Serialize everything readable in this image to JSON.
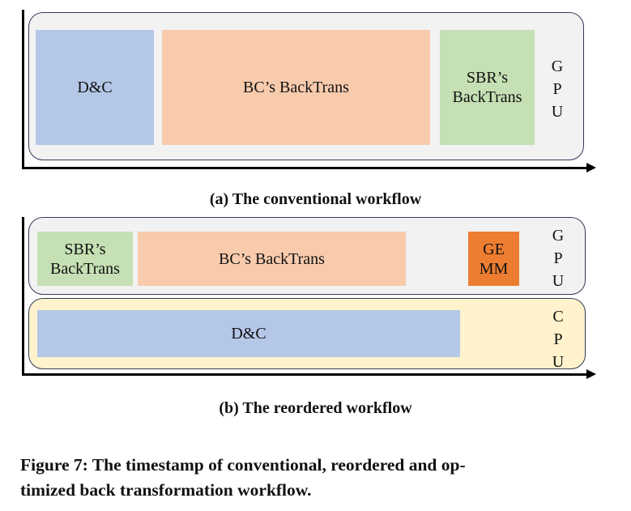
{
  "panel_a": {
    "caption": "(a) The conventional workflow",
    "gpu_label": [
      "G",
      "P",
      "U"
    ],
    "blocks": [
      {
        "label": "D&C",
        "color": "#b4c7e7"
      },
      {
        "label": "BC’s BackTrans",
        "color": "#f8cbad"
      },
      {
        "label": "SBR’s\nBackTrans",
        "color": "#c5e0b4"
      }
    ]
  },
  "panel_b": {
    "caption": "(b) The reordered workflow",
    "gpu_label": [
      "G",
      "P",
      "U"
    ],
    "cpu_label": [
      "C",
      "P",
      "U"
    ],
    "gpu_blocks": [
      {
        "label": "SBR’s\nBackTrans",
        "color": "#c5e0b4"
      },
      {
        "label": "BC’s BackTrans",
        "color": "#f8cbad"
      },
      {
        "label": "GE\nMM",
        "color": "#ed7d31"
      }
    ],
    "cpu_blocks": [
      {
        "label": "D&C",
        "color": "#b4c7e7"
      }
    ]
  },
  "colors": {
    "gpu_lane": "#f2f2f2",
    "cpu_lane": "#fff2cc",
    "lane_border": "#2f3b55"
  },
  "figure_caption": "Figure 7: The timestamp of conventional, reordered and op-\ntimized back transformation workflow."
}
